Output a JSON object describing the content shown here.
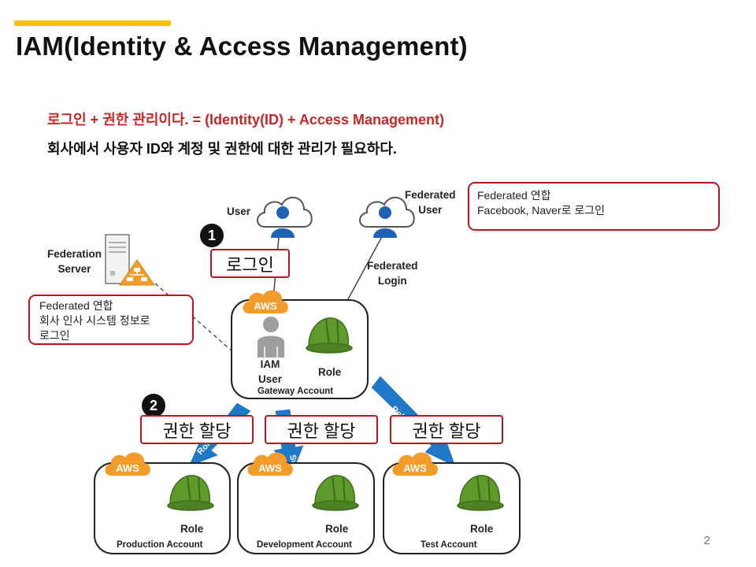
{
  "title": "IAM(Identity & Access Management)",
  "lines": {
    "line1": "로그인 + 권한 관리이다.  = (Identity(ID) + Access Management)",
    "line2": "회사에서 사용자 ID와 계정 및 권한에 대한 관리가 필요하다."
  },
  "diagram": {
    "user_label": "User",
    "federated_user_label": [
      "Federated",
      "User"
    ],
    "federation_server_label": [
      "Federation",
      "Server"
    ],
    "federated_login_label": [
      "Federated",
      "Login"
    ],
    "note_right": [
      "Federated 연합",
      "Facebook, Naver로 로그인"
    ],
    "note_left": [
      "Federated 연합",
      "회사 인사 시스템 정보로",
      "로그인"
    ],
    "step1": {
      "number": "1",
      "label": "로그인"
    },
    "step2": {
      "number": "2"
    },
    "assign_label": "권한 할당",
    "aws_badge": "AWS",
    "gateway": {
      "iam_user": [
        "IAM",
        "User"
      ],
      "role": "Role",
      "name": "Gateway Account"
    },
    "accounts": [
      {
        "name": "Production Account",
        "role": "Role"
      },
      {
        "name": "Development Account",
        "role": "Role"
      },
      {
        "name": "Test Account",
        "role": "Role"
      }
    ],
    "arrow_texts": [
      "Role",
      "Switch",
      "Role"
    ]
  },
  "page_number": "2",
  "colors": {
    "accent": "#f5c200",
    "red": "#c62828",
    "border_red": "#c0141c",
    "aws_orange": "#f39c2c",
    "arrow_blue": "#1f78c8",
    "helmet_green": "#5e9a2c"
  }
}
